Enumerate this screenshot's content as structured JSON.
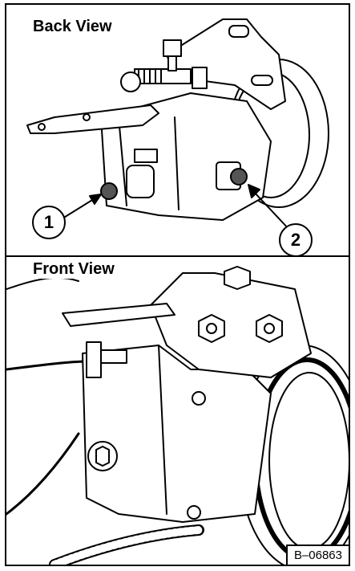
{
  "views": {
    "back": {
      "title": "Back View"
    },
    "front": {
      "title": "Front View"
    }
  },
  "callouts": [
    "1",
    "2"
  ],
  "figure_id": "B–06863",
  "colors": {
    "ink": "#000000",
    "paper": "#ffffff",
    "mesh": "#555555"
  }
}
